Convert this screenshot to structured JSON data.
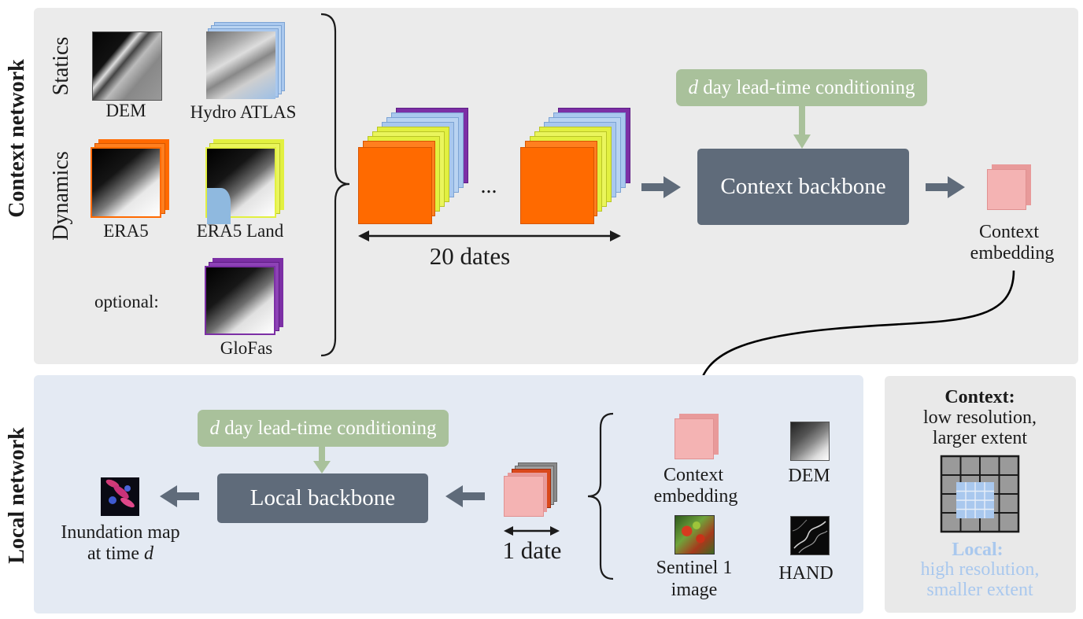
{
  "context_panel": {
    "title": "Context network",
    "statics_label": "Statics",
    "dynamics_label": "Dynamics",
    "inputs": {
      "dem": "DEM",
      "hydro_atlas": "Hydro ATLAS",
      "era5": "ERA5",
      "era5_land": "ERA5 Land",
      "optional": "optional:",
      "glofas": "GloFas"
    },
    "ellipsis": "...",
    "dates_label": "20 dates",
    "conditioning": {
      "var": "d",
      "text": " day lead-time conditioning"
    },
    "backbone": "Context backbone",
    "embedding_line1": "Context",
    "embedding_line2": "embedding"
  },
  "local_panel": {
    "title": "Local network",
    "conditioning": {
      "var": "d",
      "text": " day lead-time conditioning"
    },
    "backbone": "Local backbone",
    "output_line1": "Inundation map",
    "output_line2_text": "at time ",
    "output_line2_var": "d",
    "date_label": "1 date",
    "inputs": {
      "context_line1": "Context",
      "context_line2": "embedding",
      "dem": "DEM",
      "sentinel_line1": "Sentinel 1",
      "sentinel_line2": "image",
      "hand": "HAND"
    }
  },
  "legend": {
    "context_title": "Context:",
    "context_line1": "low resolution,",
    "context_line2": "larger extent",
    "local_title": "Local:",
    "local_line1": "high resolution,",
    "local_line2": "smaller extent"
  },
  "colors": {
    "context_panel_bg": "#ebebeb",
    "local_panel_bg": "#e4eaf3",
    "conditioning_green": "#a9c19b",
    "backbone_slate": "#5f6b7a",
    "arrow_slate": "#5f6b7a",
    "era5_orange": "#ff6a00",
    "era5_land_yellow": "#e2f040",
    "glofas_purple": "#7c2fa5",
    "hydro_blue": "#a9c8ee",
    "embedding_pink": "#f4b3b3",
    "local_blue": "#a9c8ee"
  }
}
